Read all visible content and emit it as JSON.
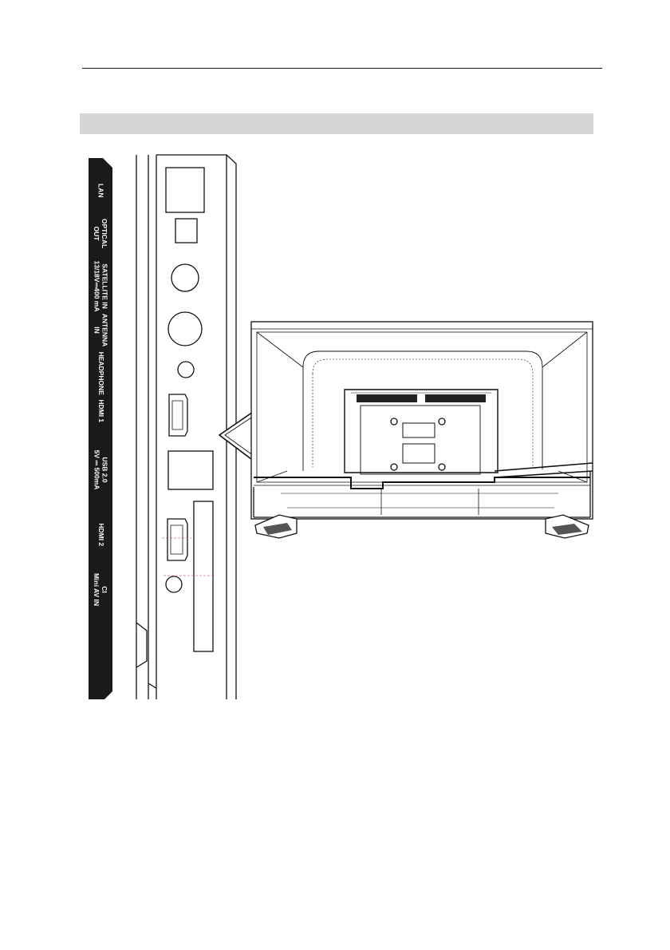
{
  "document": {
    "header_title": "",
    "section_title": "",
    "figure": {
      "port_labels": [
        {
          "id": "lan",
          "text": "LAN"
        },
        {
          "id": "optical-out",
          "text": "OPTICAL\nOUT"
        },
        {
          "id": "satellite-in",
          "text": "SATELLITE IN\n13/18V⎓400 mA"
        },
        {
          "id": "antenna-in",
          "text": "ANTENNA\nIN"
        },
        {
          "id": "headphone",
          "text": "HEADPHONE"
        },
        {
          "id": "hdmi-1",
          "text": "HDMI 1"
        },
        {
          "id": "usb",
          "text": "USB 2.0\n5V ⎓ 500mA"
        },
        {
          "id": "hdmi-2",
          "text": "HDMI 2"
        },
        {
          "id": "ci-av",
          "text": "CI\nMini AV IN"
        }
      ]
    },
    "colors": {
      "label_strip": "#1a1a1a",
      "section_bar": "#d6d6d6",
      "line": "#111111"
    }
  }
}
